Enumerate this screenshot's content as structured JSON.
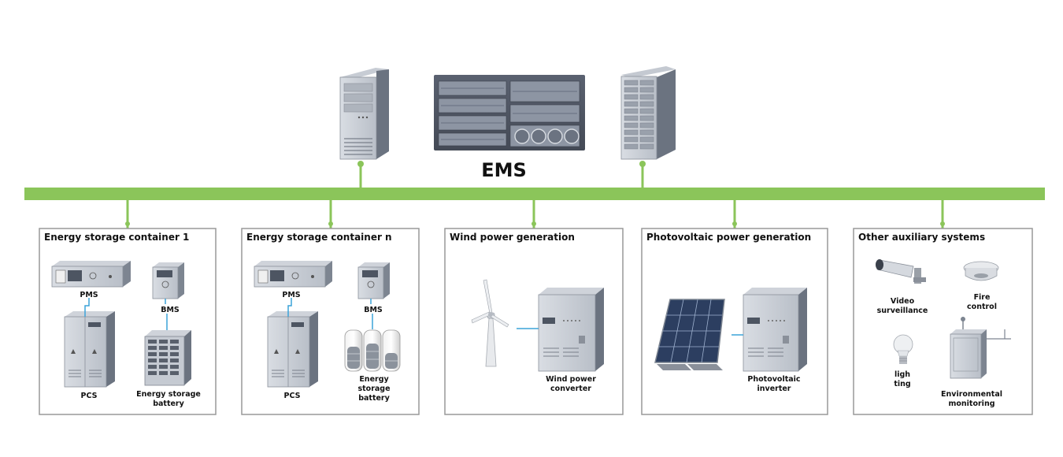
{
  "ems_label": "EMS",
  "colors": {
    "bus": "#8bc55a",
    "link": "#3ba3d9",
    "box_border": "#999999"
  },
  "panels": {
    "container1": {
      "title": "Energy storage container 1",
      "pms": "PMS",
      "bms": "BMS",
      "pcs": "PCS",
      "battery": [
        "Energy storage",
        "battery"
      ]
    },
    "containerN": {
      "title": "Energy storage container n",
      "pms": "PMS",
      "bms": "BMS",
      "pcs": "PCS",
      "battery": [
        "Energy",
        "storage",
        "battery"
      ]
    },
    "wind": {
      "title": "Wind power generation",
      "converter": [
        "Wind power",
        "converter"
      ]
    },
    "pv": {
      "title": "Photovoltaic power generation",
      "inverter": [
        "Photovoltaic",
        "inverter"
      ]
    },
    "aux": {
      "title": "Other auxiliary systems",
      "video": [
        "Video",
        "surveillance"
      ],
      "fire": [
        "Fire",
        "control"
      ],
      "lighting": [
        "ligh",
        "ting"
      ],
      "env": [
        "Environmental",
        "monitoring"
      ]
    }
  },
  "icons": [
    "tower-server-icon",
    "rack-server-icon",
    "storage-array-icon",
    "pms-unit-icon",
    "bms-unit-icon",
    "pcs-cabinet-icon",
    "battery-rack-icon",
    "battery-cells-icon",
    "wind-turbine-icon",
    "converter-cabinet-icon",
    "solar-panel-icon",
    "cctv-camera-icon",
    "smoke-detector-icon",
    "light-bulb-icon",
    "weather-station-icon"
  ]
}
